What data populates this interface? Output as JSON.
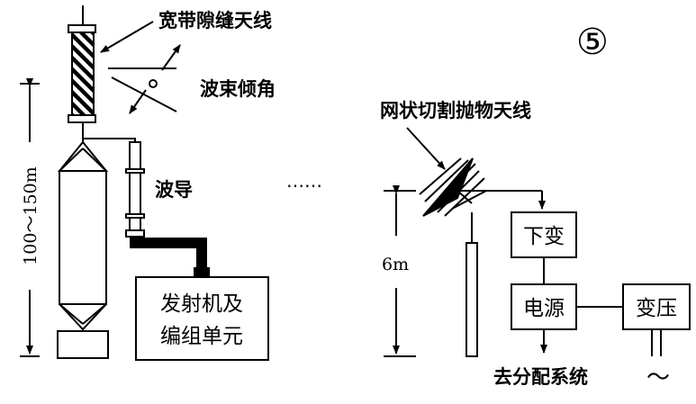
{
  "figure_number": "⑤",
  "left_tower": {
    "antenna_label": "宽带隙缝天线",
    "tilt_label": "波束倾角",
    "waveguide_label": "波导",
    "height_label": "100～150m",
    "transmitter_box": {
      "line1": "发射机及",
      "line2": "编组单元"
    }
  },
  "ellipsis": "……",
  "right_station": {
    "antenna_label": "网状切割抛物天线",
    "height_label": "6m",
    "downconverter_box": "下变",
    "power_box": "电源",
    "transformer_box": "变压",
    "distribution_label": "去分配系统",
    "ac_symbol": "～"
  }
}
